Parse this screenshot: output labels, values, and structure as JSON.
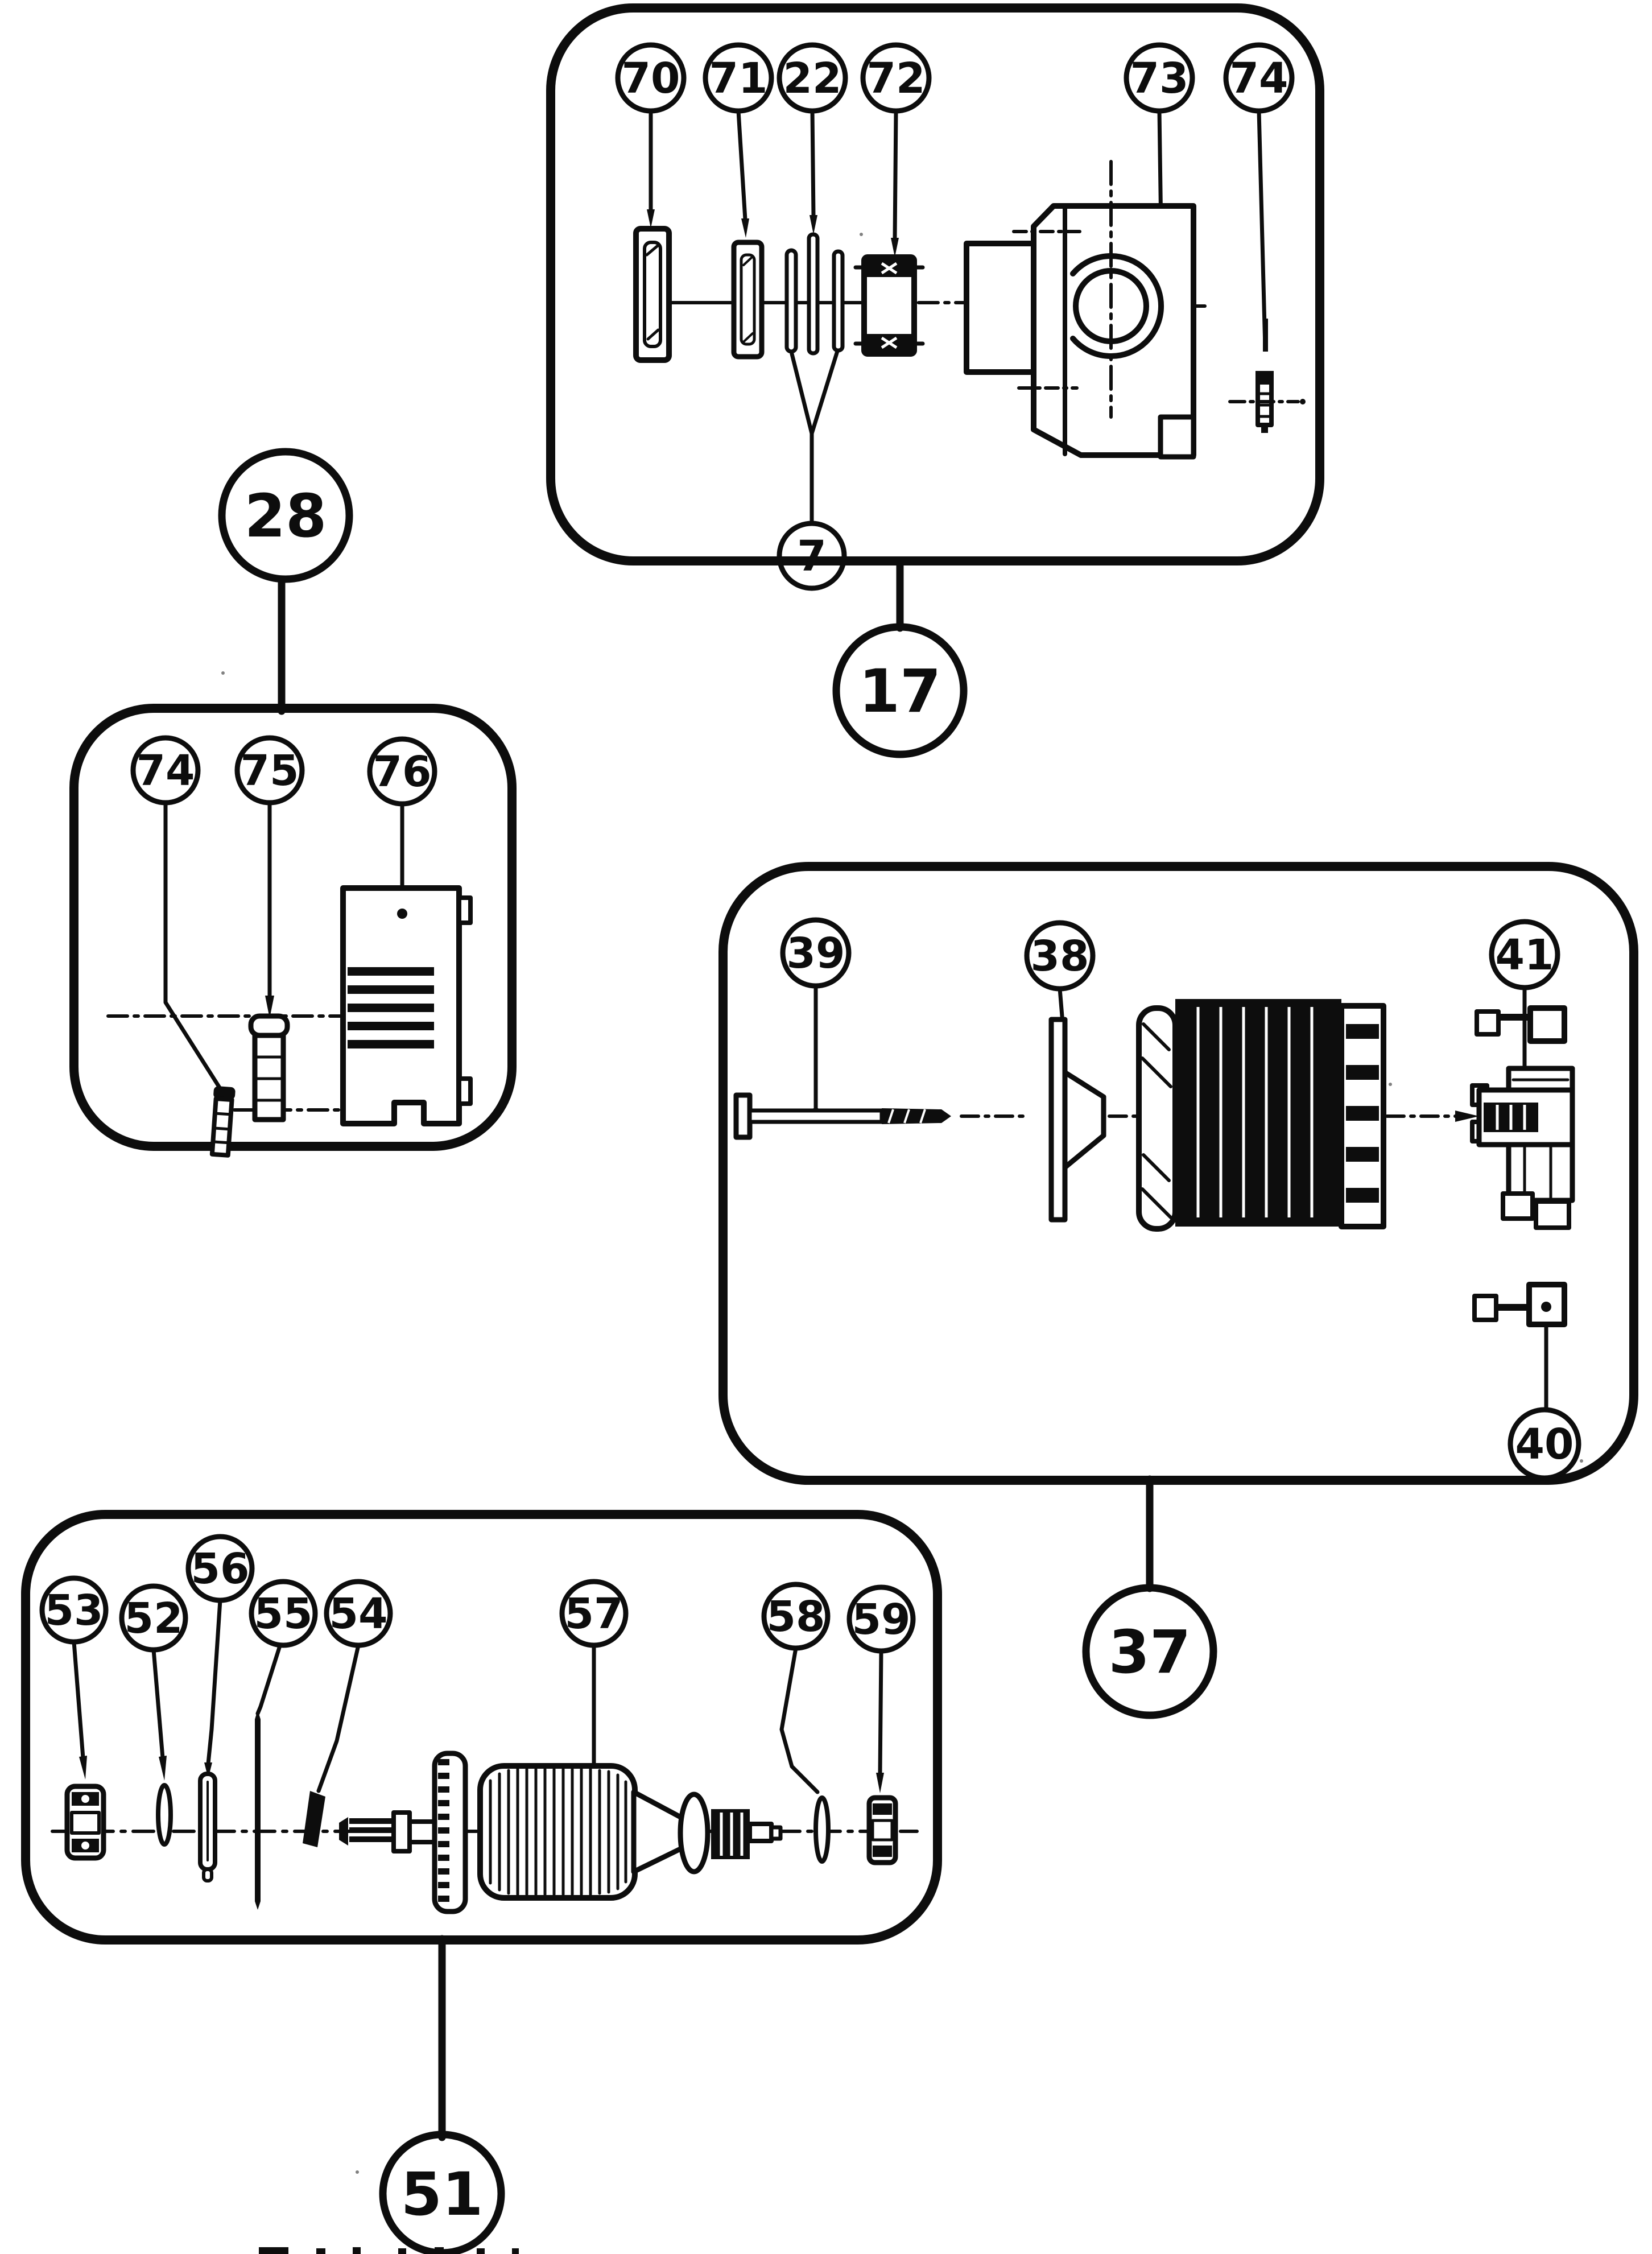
{
  "colors": {
    "ink": "#0d0d0d",
    "paper": "#ffffff"
  },
  "figure": {
    "type": "exploded-parts-diagram",
    "panels": [
      {
        "id": "panel-17",
        "parent_label": "17",
        "callouts": [
          {
            "label": "70"
          },
          {
            "label": "71"
          },
          {
            "label": "22"
          },
          {
            "label": "72"
          },
          {
            "label": "73"
          },
          {
            "label": "74"
          },
          {
            "label": "7"
          }
        ]
      },
      {
        "id": "panel-28",
        "parent_label": "28",
        "callouts": [
          {
            "label": "74"
          },
          {
            "label": "75"
          },
          {
            "label": "76"
          }
        ]
      },
      {
        "id": "panel-37",
        "parent_label": "37",
        "callouts": [
          {
            "label": "39"
          },
          {
            "label": "38"
          },
          {
            "label": "41"
          },
          {
            "label": "40"
          }
        ]
      },
      {
        "id": "panel-51",
        "parent_label": "51",
        "callouts": [
          {
            "label": "53"
          },
          {
            "label": "52"
          },
          {
            "label": "56"
          },
          {
            "label": "55"
          },
          {
            "label": "54"
          },
          {
            "label": "57"
          },
          {
            "label": "58"
          },
          {
            "label": "59"
          }
        ]
      }
    ]
  }
}
